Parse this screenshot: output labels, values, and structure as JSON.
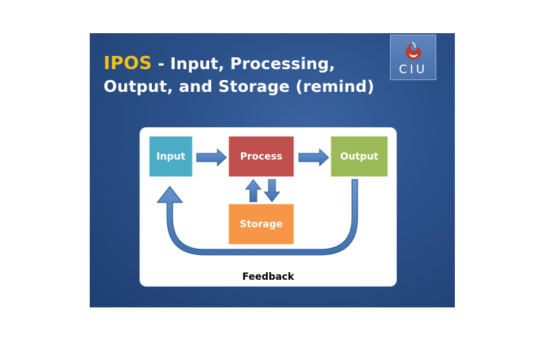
{
  "slide": {
    "title_accent": "IPOS",
    "title_line1_rest": " - Input, Processing,",
    "title_line2": "Output, and Storage (remind)",
    "logo_text": "CIU"
  },
  "diagram": {
    "nodes": {
      "input": "Input",
      "process": "Process",
      "output": "Output",
      "storage": "Storage"
    },
    "feedback_label": "Feedback"
  },
  "colors": {
    "slide_background": "#2b5089",
    "title_accent": "#f3c218",
    "input_box": "#4bacc6",
    "process_box": "#c0504d",
    "output_box": "#9bbb59",
    "storage_box": "#f79646",
    "arrow_fill": "#4f81bd",
    "arrow_stroke": "#2f5b8f",
    "logo_mark": "#c0392b"
  },
  "icons": {
    "logo": "ciu-flame-logo-icon"
  }
}
